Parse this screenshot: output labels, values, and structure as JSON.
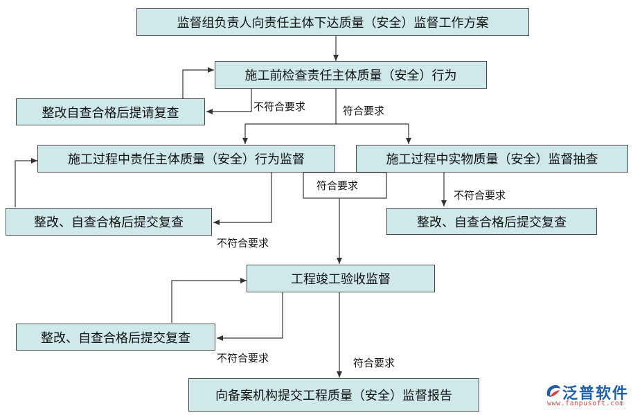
{
  "boxes": {
    "top": "监督组负责人向责任主体下达质量（安全）监督工作方案",
    "check_behavior": "施工前检查责任主体质量（安全）行为",
    "rectify_1": "整改自查合格后提请复查",
    "process_behavior": "施工过程中责任主体质量（安全）行为监督",
    "physical_quality": "施工过程中实物质量（安全）监督抽查",
    "rectify_left": "整改、自查合格后提交复查",
    "rectify_right": "整改、自查合格后提交复查",
    "acceptance": "工程竣工验收监督",
    "rectify_bottom": "整改、自查合格后提交复查",
    "final_report": "向备案机构提交工程质量（安全）监督报告"
  },
  "labels": {
    "fail_1": "不符合要求",
    "pass_1": "符合要求",
    "pass_mid": "符合要求",
    "fail_right": "不符合要求",
    "fail_left": "不符合要求",
    "fail_bottom": "不符合要求",
    "pass_bottom": "符合要求"
  },
  "logo": {
    "name": "泛普软件",
    "url": "www.fanpusoft.com"
  },
  "colors": {
    "box_fill": "#cfe8ea",
    "line": "#333333"
  }
}
